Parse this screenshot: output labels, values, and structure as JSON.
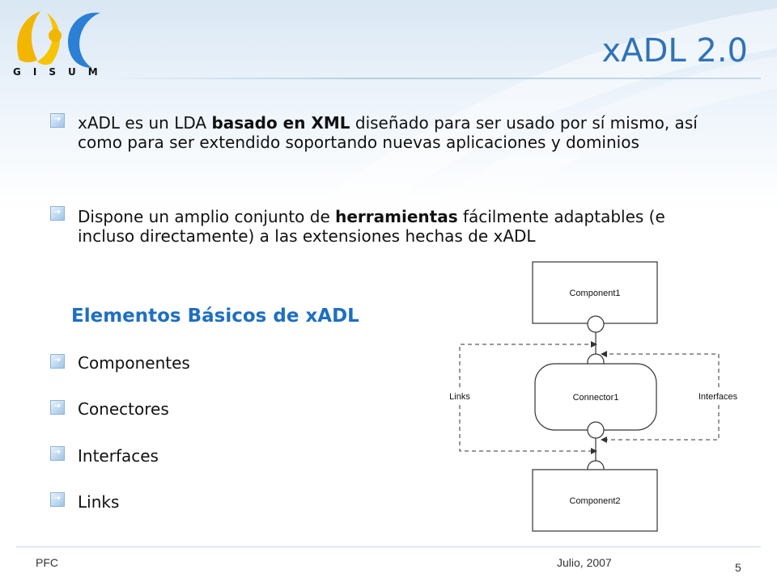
{
  "slide": {
    "title": "xADL 2.0",
    "logo_text": "GISUM",
    "bullets": [
      {
        "before": "xADL es un LDA ",
        "bold": "basado en XML",
        "after": " diseñado para ser usado por sí mismo, así como para ser extendido soportando nuevas aplicaciones y dominios"
      },
      {
        "before": "Dispone un amplio conjunto de ",
        "bold": "herramientas",
        "after": " fácilmente adaptables (e incluso directamente) a las extensiones hechas de xADL"
      }
    ],
    "subheading": "Elementos Básicos de xADL",
    "items": [
      "Componentes",
      "Conectores",
      "Interfaces",
      "Links"
    ]
  },
  "diagram": {
    "component1": "Component1",
    "connector1": "Connector1",
    "component2": "Component2",
    "links_label": "Links",
    "interfaces_label": "Interfaces"
  },
  "footer": {
    "left": "PFC",
    "center": "Julio, 2007",
    "page_number": "5"
  },
  "colors": {
    "title": "#2f73b6",
    "subheading": "#1e6fc2",
    "logo_yellow": "#f2b600",
    "logo_blue": "#2b7fd4"
  },
  "icons": {
    "logo": "gisum-logo",
    "bullet": "arrow-bullet-icon"
  }
}
